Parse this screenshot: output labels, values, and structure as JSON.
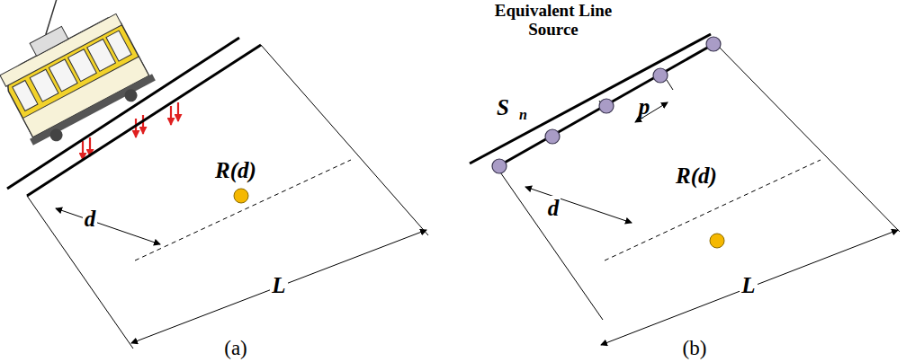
{
  "diagram": {
    "labels": [
      "R(d)",
      "d",
      "L",
      "(a)",
      "Equivalent Line Source",
      "S",
      "n",
      "p",
      "d",
      "R(d)",
      "L",
      "(b)"
    ]
  }
}
